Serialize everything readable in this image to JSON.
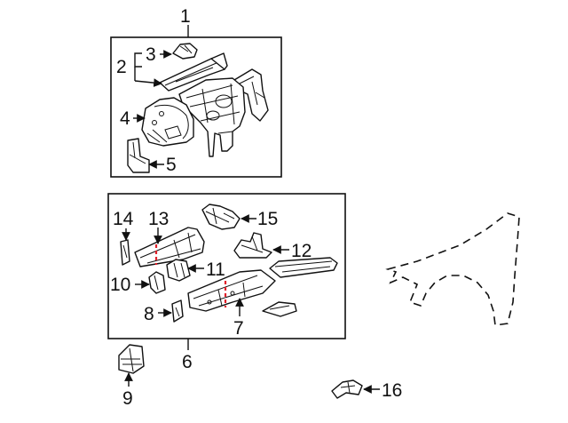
{
  "diagram": {
    "callouts": {
      "c1": "1",
      "c2": "2",
      "c3": "3",
      "c4": "4",
      "c5": "5",
      "c6": "6",
      "c7": "7",
      "c8": "8",
      "c9": "9",
      "c10": "10",
      "c11": "11",
      "c12": "12",
      "c13": "13",
      "c14": "14",
      "c15": "15",
      "c16": "16"
    },
    "colors": {
      "line": "#111111",
      "background": "#ffffff",
      "highlight": "#e0202a"
    }
  }
}
